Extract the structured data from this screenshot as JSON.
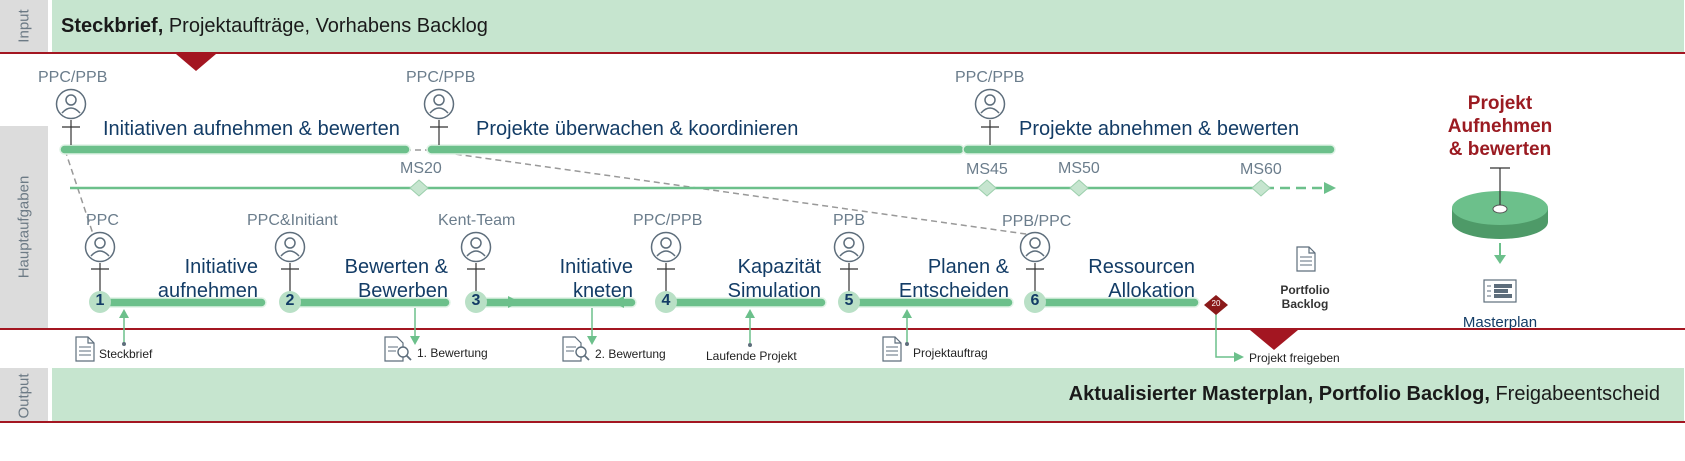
{
  "side_labels": {
    "input": "Input",
    "main": "Hauptaufgaben",
    "output": "Output"
  },
  "input_band": {
    "bold": "Steckbrief,",
    "rest": " Projektaufträge, Vorhabens Backlog"
  },
  "output_band": {
    "bold": "Aktualisierter Masterplan, Portfolio Backlog,",
    "rest": " Freigabeentscheid"
  },
  "phases": [
    {
      "role": "PPC/PPB",
      "title": "Initiativen aufnehmen & bewerten"
    },
    {
      "role": "PPC/PPB",
      "title": "Projekte überwachen & koordinieren"
    },
    {
      "role": "PPC/PPB",
      "title": "Projekte abnehmen & bewerten"
    }
  ],
  "milestones": [
    "MS20",
    "MS45",
    "MS50",
    "MS60"
  ],
  "steps": [
    {
      "num": "1",
      "role": "PPC",
      "line1": "Initiative",
      "line2": "aufnehmen"
    },
    {
      "num": "2",
      "role": "PPC&Initiant",
      "line1": "Bewerten &",
      "line2": "Bewerben"
    },
    {
      "num": "3",
      "role": "Kent-Team",
      "line1": "Initiative",
      "line2": "kneten"
    },
    {
      "num": "4",
      "role": "PPC/PPB",
      "line1": "Kapazität",
      "line2": "Simulation"
    },
    {
      "num": "5",
      "role": "PPB",
      "line1": "Planen &",
      "line2": "Entscheiden"
    },
    {
      "num": "6",
      "role": "PPB/PPC",
      "line1": "Ressourcen",
      "line2": "Allokation"
    }
  ],
  "artifacts": {
    "steckbrief": "Steckbrief",
    "bewertung1": "1. Bewertung",
    "bewertung2": "2. Bewertung",
    "laufende": "Laufende Projekt",
    "projektauftrag": "Projektauftrag",
    "freigeben": "Projekt freigeben",
    "gate": "20"
  },
  "portfolio_backlog": {
    "line1": "Portfolio",
    "line2": "Backlog"
  },
  "right_panel": {
    "line1": "Projekt",
    "line2": "Aufnehmen",
    "line3": "& bewerten",
    "masterplan": "Masterplan"
  },
  "colors": {
    "green": "#6cc08b",
    "dark_red": "#8b1a1a",
    "band": "#c6e5cf",
    "navy": "#133c66",
    "grey_text": "#6b7d8c"
  }
}
